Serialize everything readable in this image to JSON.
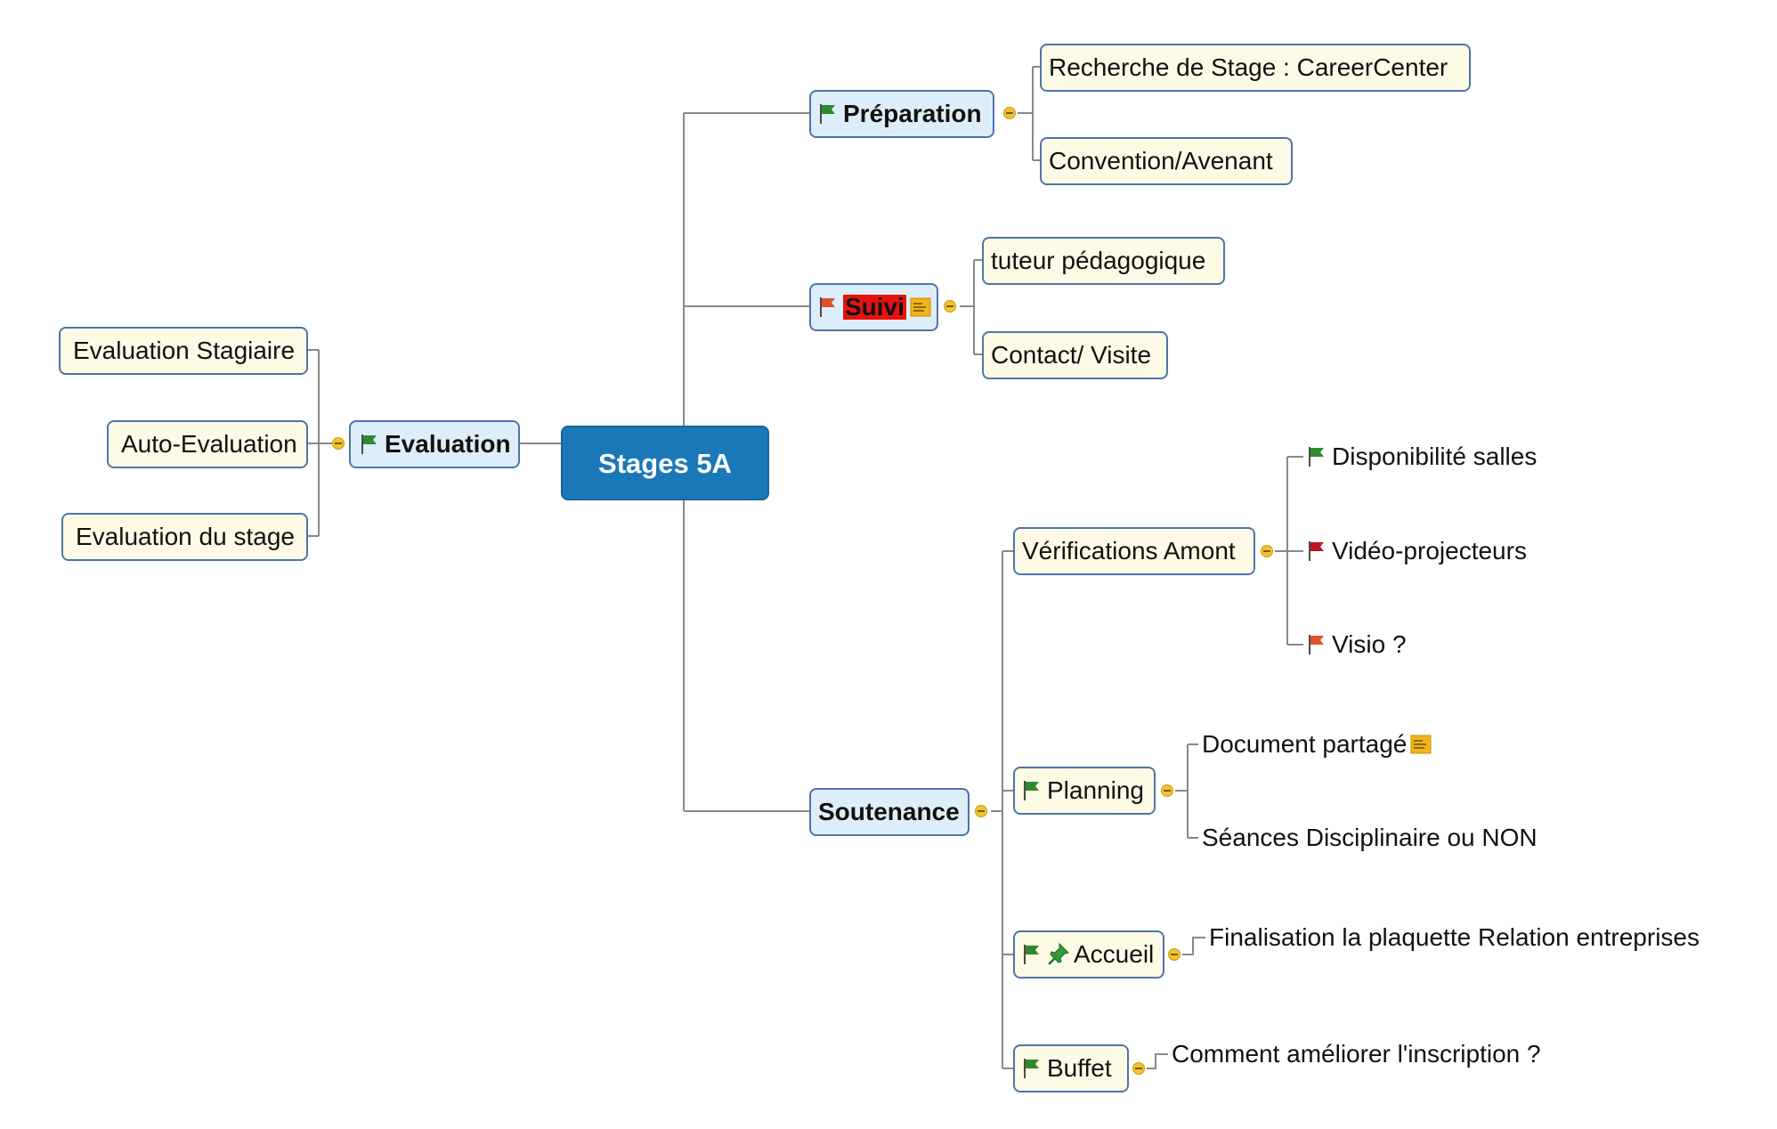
{
  "central": {
    "label": "Stages 5A"
  },
  "branches": {
    "preparation": {
      "label": "Préparation",
      "flag_color": "#2f8a2f",
      "children": [
        "Recherche de Stage : CareerCenter",
        "Convention/Avenant"
      ]
    },
    "suivi": {
      "label": "Suivi",
      "flag_color": "#e0502a",
      "highlight_color": "#e8120c",
      "has_note": true,
      "children": [
        "tuteur pédagogique",
        "Contact/ Visite"
      ]
    },
    "evaluation": {
      "label": "Evaluation",
      "flag_color": "#2f8a2f",
      "children": [
        "Evaluation Stagiaire",
        "Auto-Evaluation",
        "Evaluation du stage"
      ]
    },
    "soutenance": {
      "label": "Soutenance",
      "children": {
        "verifications": {
          "label": "Vérifications Amont",
          "items": [
            {
              "label": "Disponibilité salles",
              "flag_color": "#2f8a2f"
            },
            {
              "label": "Vidéo-projecteurs",
              "flag_color": "#c0101e"
            },
            {
              "label": "Visio ?",
              "flag_color": "#e0502a"
            }
          ]
        },
        "planning": {
          "label": "Planning",
          "flag_color": "#2f8a2f",
          "items": [
            {
              "label": "Document partagé",
              "has_note": true
            },
            {
              "label": "Séances Disciplinaire ou NON"
            }
          ]
        },
        "accueil": {
          "label": "Accueil",
          "flag_color": "#2f8a2f",
          "icon": "pushpin-icon",
          "items": [
            {
              "label": "Finalisation la plaquette Relation entreprises"
            }
          ]
        },
        "buffet": {
          "label": "Buffet",
          "flag_color": "#2f8a2f",
          "items": [
            {
              "label": "Comment améliorer l'inscription ?"
            }
          ]
        }
      }
    }
  },
  "colors": {
    "connector": "#888888",
    "central_fill": "#1a78b8",
    "main_fill": "#ddeefa",
    "sub_fill": "#fdfbe5",
    "border": "#4f74a8",
    "collapse": "#f0c330"
  }
}
